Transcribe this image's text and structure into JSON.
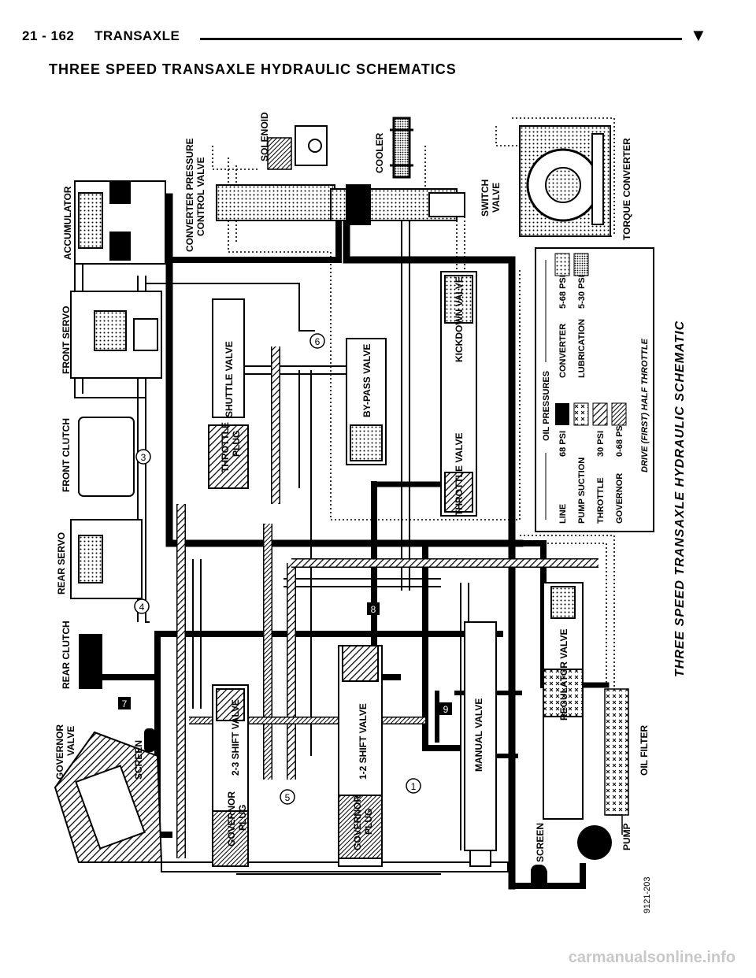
{
  "header": {
    "page_number": "21 - 162",
    "section": "TRANSAXLE",
    "marker": "▼"
  },
  "title": "THREE SPEED TRANSAXLE HYDRAULIC SCHEMATICS",
  "diagram": {
    "caption": "THREE SPEED TRANSAXLE HYDRAULIC SCHEMATIC",
    "figure_id": "9121-203",
    "labels": {
      "accumulator": "ACCUMULATOR",
      "converter_pressure_control_valve_1": "CONVERTER PRESSURE",
      "converter_pressure_control_valve_2": "CONTROL VALVE",
      "solenoid": "SOLENOID",
      "cooler": "COOLER",
      "switch_valve_1": "SWITCH",
      "switch_valve_2": "VALVE",
      "torque_converter": "TORQUE CONVERTER",
      "front_servo": "FRONT SERVO",
      "front_clutch": "FRONT CLUTCH",
      "rear_servo": "REAR SERVO",
      "rear_clutch": "REAR CLUTCH",
      "governor_valve_1": "GOVERNOR",
      "governor_valve_2": "VALVE",
      "screen_upper": "SCREEN",
      "screen_lower": "SCREEN",
      "pump": "PUMP",
      "oil_filter": "OIL FILTER",
      "shuttle_valve": "SHUTTLE VALVE",
      "throttle_plug_1": "THROTTLE",
      "throttle_plug_2": "PLUG",
      "bypass_valve": "BY-PASS VALVE",
      "kickdown_valve": "KICKDOWN VALVE",
      "throttle_valve": "THROTTLE VALVE",
      "shift_valve_23": "2-3 SHIFT VALVE",
      "governor_plug_upper_1": "GOVERNOR",
      "governor_plug_upper_2": "PLUG",
      "shift_valve_12": "1-2 SHIFT VALVE",
      "governor_plug_lower_1": "GOVERNOR",
      "governor_plug_lower_2": "PLUG",
      "manual_valve": "MANUAL VALVE",
      "regulator_valve": "REGULATOR VALVE"
    },
    "circuit_numbers": [
      "1",
      "3",
      "4",
      "5",
      "6",
      "7",
      "8",
      "9"
    ],
    "legend": {
      "heading": "OIL PRESSURES",
      "rows": [
        {
          "name": "LINE",
          "psi": "68 PSI",
          "pattern": "solid"
        },
        {
          "name": "PUMP SUCTION",
          "psi": "",
          "pattern": "cross"
        },
        {
          "name": "THROTTLE",
          "psi": "30 PSI",
          "pattern": "hatch"
        },
        {
          "name": "GOVERNOR",
          "psi": "0-68 PSI",
          "pattern": "hatch-dense"
        }
      ],
      "rows_right": [
        {
          "name": "CONVERTER",
          "psi": "5-68 PSI",
          "pattern": "dotted"
        },
        {
          "name": "LUBRICATION",
          "psi": "5-30 PSI",
          "pattern": "dense-dot"
        }
      ],
      "mode": "DRIVE (FIRST) HALF THROTTLE"
    }
  },
  "watermark": "carmanualsonline.info"
}
